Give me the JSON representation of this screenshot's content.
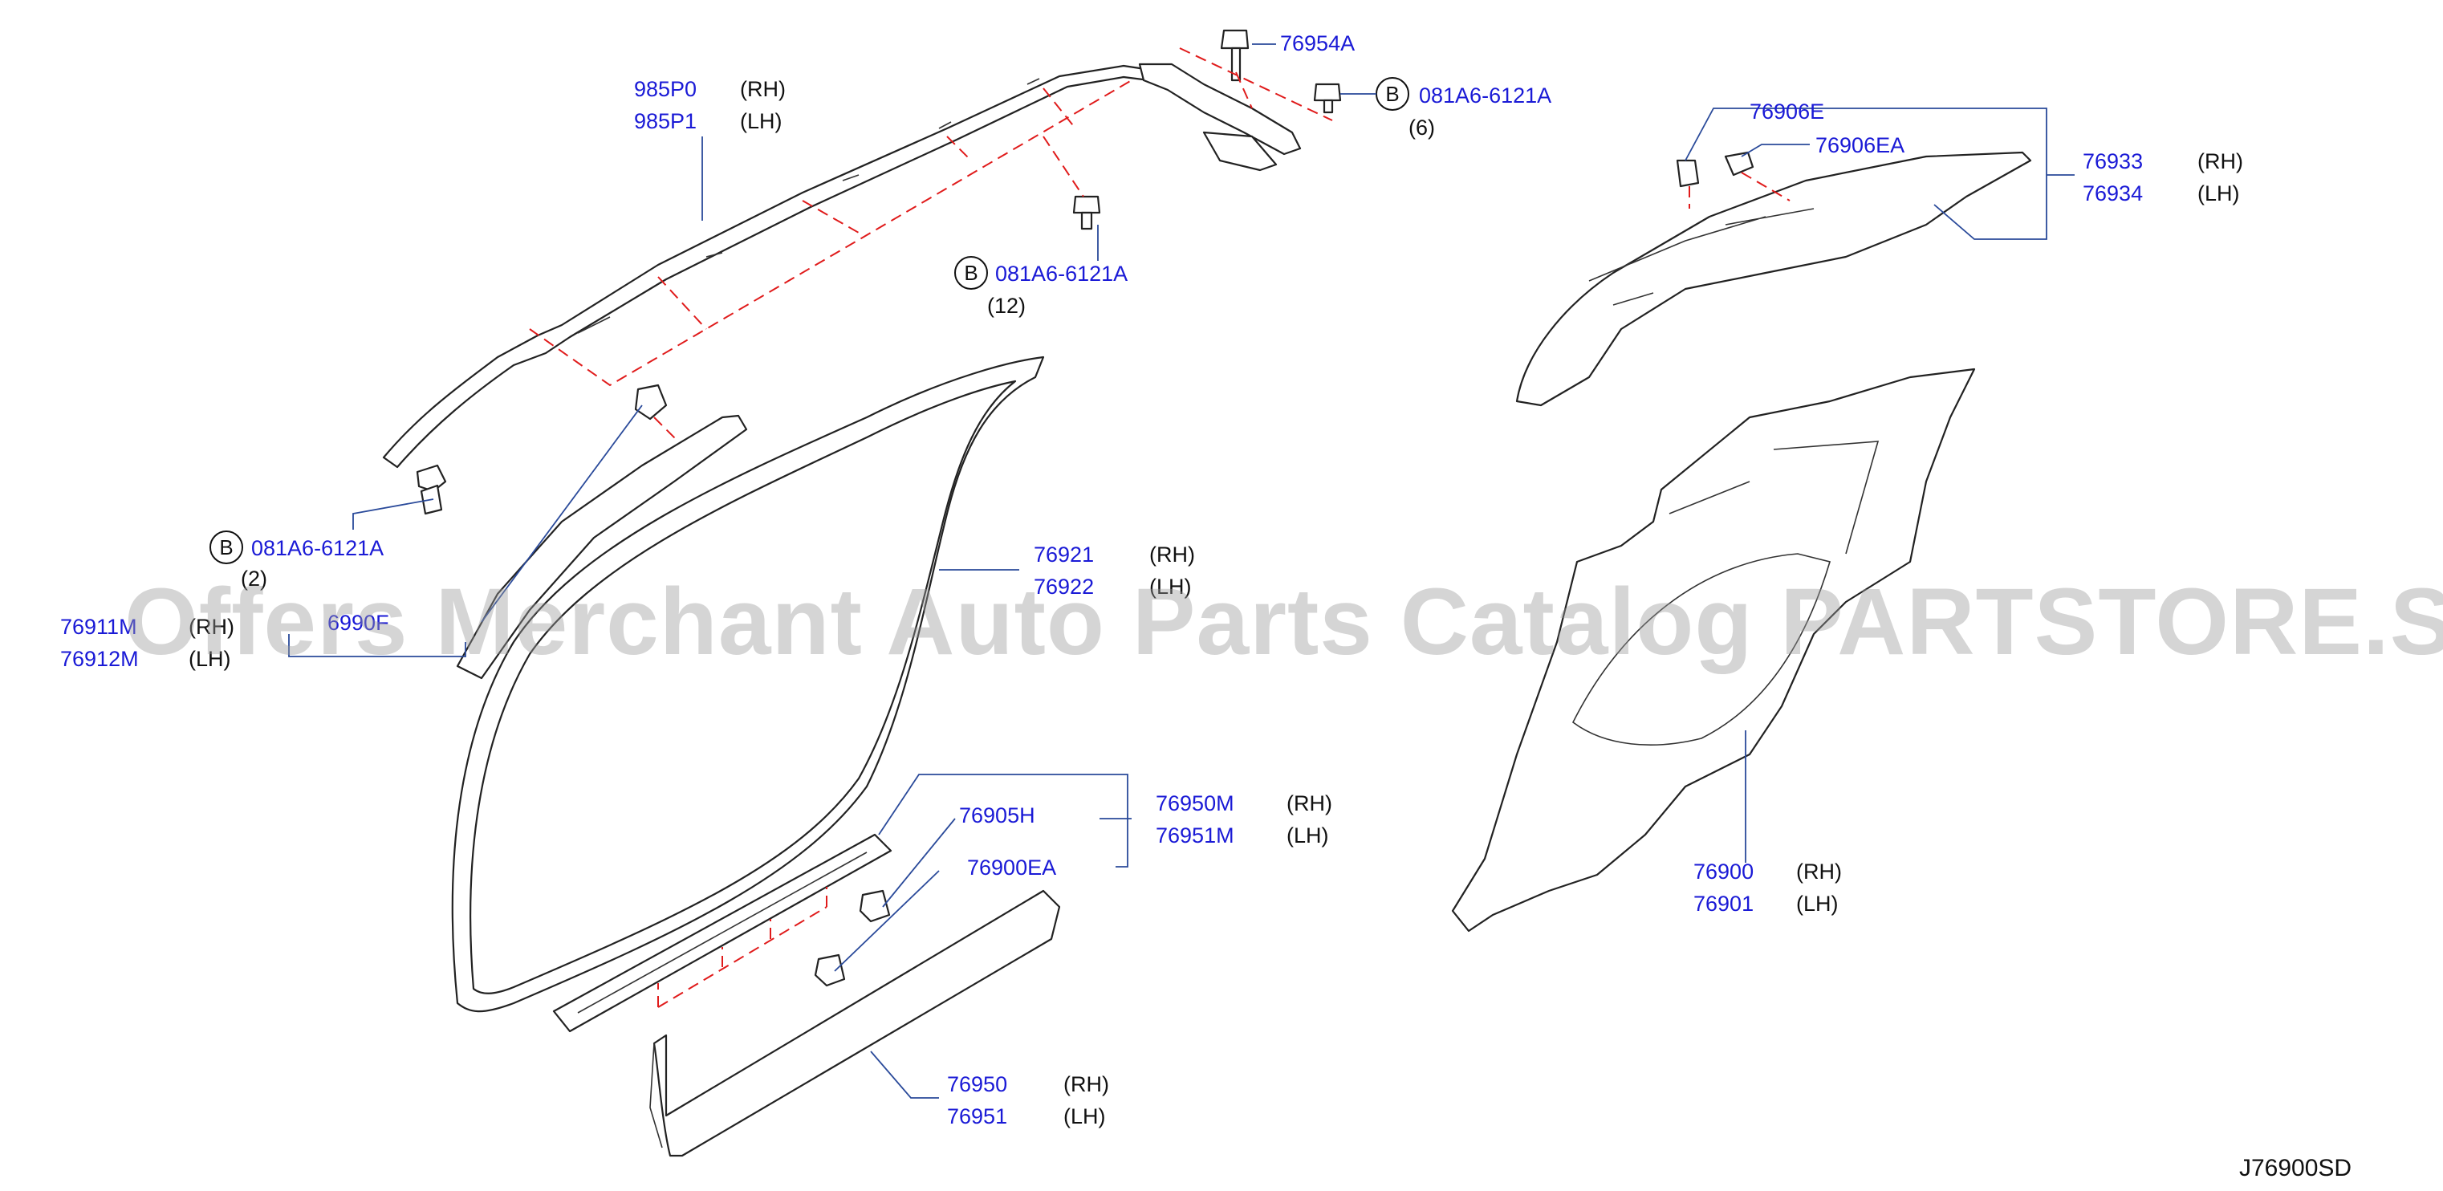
{
  "callouts": {
    "airbag_rh": "985P0",
    "airbag_rh_side": "(RH)",
    "airbag_lh": "985P1",
    "airbag_lh_side": "(LH)",
    "bolt_76954a": "76954A",
    "bolt_top_ref": "081A6-6121A",
    "bolt_top_qty": "(6)",
    "bolt_mid_ref": "081A6-6121A",
    "bolt_mid_qty": "(12)",
    "bolt_left_ref": "081A6-6121A",
    "bolt_left_qty": "(2)",
    "pillar_rh": "76911M",
    "pillar_rh_side": "(RH)",
    "pillar_lh": "76912M",
    "pillar_lh_side": "(LH)",
    "clip_69": "6990F",
    "weatherstrip_rh": "76921",
    "weatherstrip_rh_side": "(RH)",
    "weatherstrip_lh": "76922",
    "weatherstrip_lh_side": "(LH)",
    "clip_76906e": "76906E",
    "clip_76906ea": "76906EA",
    "upper_rh": "76933",
    "upper_rh_side": "(RH)",
    "upper_lh": "76934",
    "upper_lh_side": "(LH)",
    "clip_76905h": "76905H",
    "clip_76900ea": "76900EA",
    "sill_upper_rh": "76950M",
    "sill_upper_rh_side": "(RH)",
    "sill_upper_lh": "76951M",
    "sill_upper_lh_side": "(LH)",
    "sill_rh": "76950",
    "sill_rh_side": "(RH)",
    "sill_lh": "76951",
    "sill_lh_side": "(LH)",
    "rear_trim_rh": "76900",
    "rear_trim_rh_side": "(RH)",
    "rear_trim_lh": "76901",
    "rear_trim_lh_side": "(LH)",
    "circle_letter": "B"
  },
  "diagram_code": "J76900SD",
  "watermark": "Offers Merchant Auto Parts Catalog PARTSTORE.SA",
  "colors": {
    "part_number": "#1a1ad6",
    "leader": "#2a4a9a",
    "dashed_guide": "#e01b1b"
  }
}
